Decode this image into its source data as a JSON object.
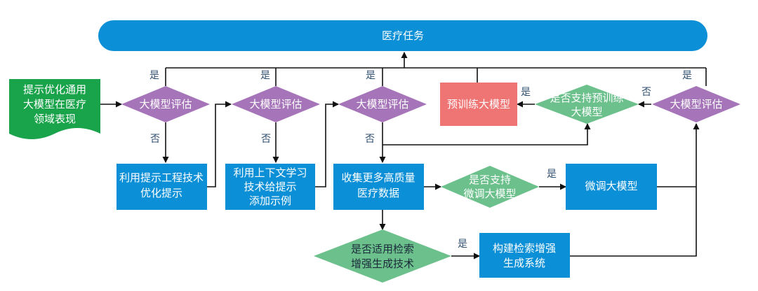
{
  "colors": {
    "blue": "#0b8fd6",
    "purple": "#a675b9",
    "green": "#6cc08c",
    "dark_green": "#19a34a",
    "red": "#ef7575"
  },
  "nodes": {
    "top_task": "医疗任务",
    "start": [
      "提示优化通用",
      "大模型在医疗",
      "领域表现"
    ],
    "eval1": "大模型评估",
    "eval2": "大模型评估",
    "eval3": "大模型评估",
    "eval4": "大模型评估",
    "prompt_eng": [
      "利用提示工程技术",
      "优化提示"
    ],
    "context_learn": [
      "利用上下文学习",
      "技术给提示",
      "添加示例"
    ],
    "collect_data": [
      "收集更多高质量",
      "医疗数据"
    ],
    "support_finetune": [
      "是否支持",
      "微调大模型"
    ],
    "finetune": "微调大模型",
    "support_pretrain": [
      "是否支持预训练",
      "大模型"
    ],
    "pretrain": "预训练大模型",
    "rag_applicable": [
      "是否适用检索",
      "增强生成技术"
    ],
    "rag_build": [
      "构建检索增强",
      "生成系统"
    ]
  },
  "labels": {
    "e1_yes": "是",
    "e1_no": "否",
    "e2_yes": "是",
    "e2_no": "否",
    "e3_yes": "是",
    "e3_no": "否",
    "e4_yes": "是",
    "e4_no": "否",
    "pretrain_yes": "是",
    "finetune_yes": "是",
    "rag_yes": "是"
  }
}
